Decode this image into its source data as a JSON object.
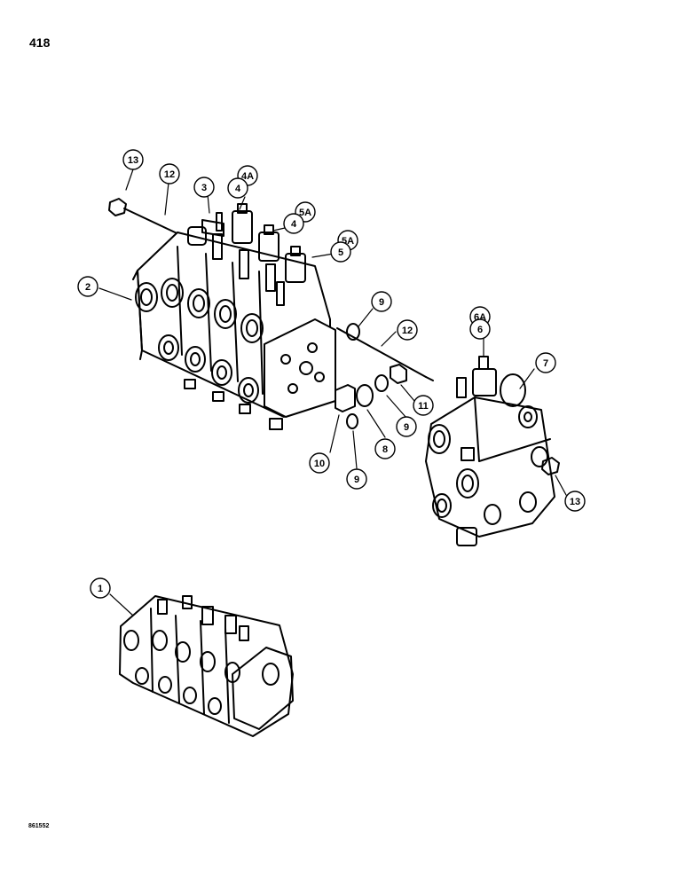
{
  "page": {
    "number": "418",
    "reference_code": "861552"
  },
  "diagram": {
    "callouts": [
      {
        "id": "c13a",
        "label": "13"
      },
      {
        "id": "c12a",
        "label": "12"
      },
      {
        "id": "c3",
        "label": "3"
      },
      {
        "id": "c4a1",
        "label": "4A"
      },
      {
        "id": "c4a2",
        "label": "4"
      },
      {
        "id": "c5a1",
        "label": "5A"
      },
      {
        "id": "c4b",
        "label": "4"
      },
      {
        "id": "c5a2",
        "label": "5A"
      },
      {
        "id": "c5",
        "label": "5"
      },
      {
        "id": "c2",
        "label": "2"
      },
      {
        "id": "c9a",
        "label": "9"
      },
      {
        "id": "c12b",
        "label": "12"
      },
      {
        "id": "c6a",
        "label": "6A"
      },
      {
        "id": "c6",
        "label": "6"
      },
      {
        "id": "c7",
        "label": "7"
      },
      {
        "id": "c11",
        "label": "11"
      },
      {
        "id": "c9b",
        "label": "9"
      },
      {
        "id": "c8",
        "label": "8"
      },
      {
        "id": "c10",
        "label": "10"
      },
      {
        "id": "c9c",
        "label": "9"
      },
      {
        "id": "c13b",
        "label": "13"
      },
      {
        "id": "c1",
        "label": "1"
      }
    ]
  }
}
